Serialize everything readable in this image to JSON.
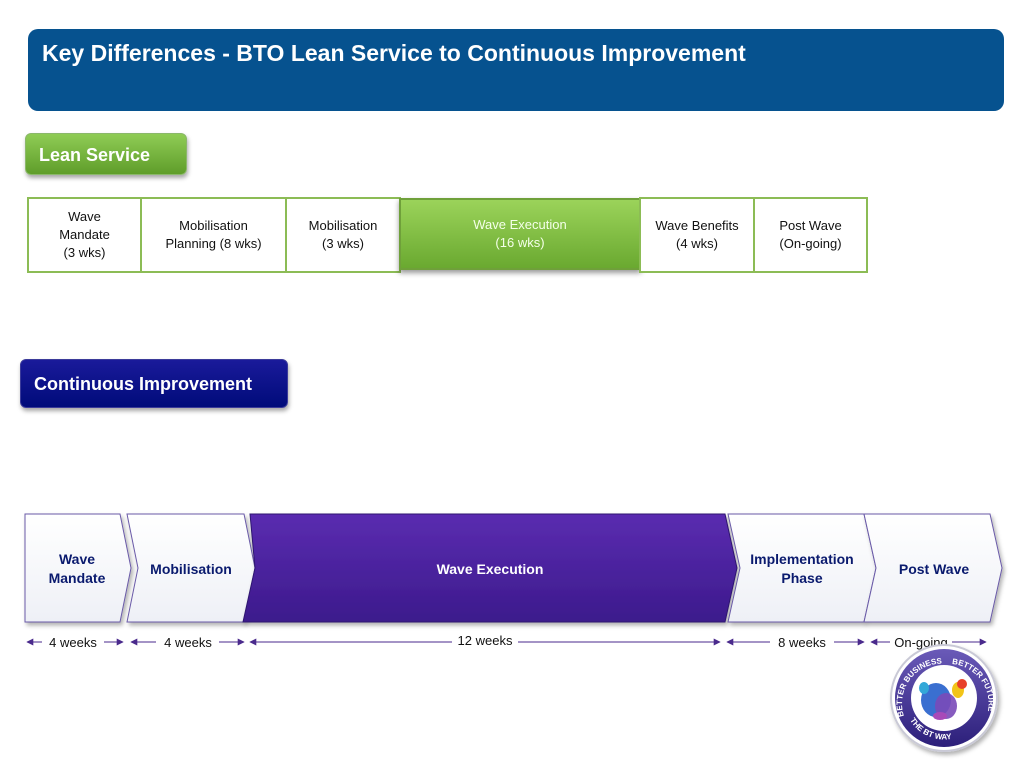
{
  "header": {
    "title": "Key Differences - BTO Lean Service to Continuous Improvement"
  },
  "lean": {
    "label": "Lean Service",
    "boxes": [
      {
        "line1": "Wave",
        "line2": "Mandate",
        "line3": "(3 wks)"
      },
      {
        "line1": "Mobilisation",
        "line2": "Planning (8 wks)"
      },
      {
        "line1": "Mobilisation",
        "line2": "(3 wks)"
      },
      {
        "line1": "Wave Execution",
        "line2": "(16 wks)"
      },
      {
        "line1": "Wave Benefits",
        "line2": "(4 wks)"
      },
      {
        "line1": "Post Wave",
        "line2": "(On-going)"
      }
    ]
  },
  "ci": {
    "label": "Continuous Improvement",
    "steps": [
      {
        "line1": "Wave",
        "line2": "Mandate"
      },
      {
        "line1": "Mobilisation"
      },
      {
        "line1": "Wave Execution"
      },
      {
        "line1": "Implementation",
        "line2": "Phase"
      },
      {
        "line1": "Post Wave"
      }
    ],
    "durations": [
      "4 weeks",
      "4 weeks",
      "12 weeks",
      "8 weeks",
      "On-going"
    ]
  },
  "logo": {
    "ring_top": "BETTER BUSINESS",
    "ring_right": "BETTER FUTURE",
    "ring_bottom": "THE BT WAY"
  },
  "colors": {
    "title_bg": "#06528f",
    "lean_green": "#8cbc55",
    "ci_navy": "#000b7a",
    "ci_purple": "#4a22a0",
    "step_text": "#0a1a6e",
    "arrow": "#4a2a8c"
  }
}
